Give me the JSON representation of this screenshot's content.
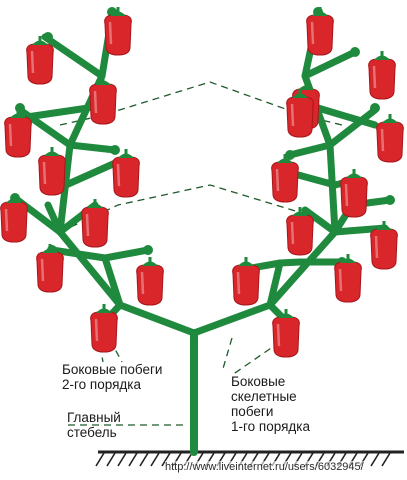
{
  "labels": {
    "lateral_2nd": [
      "Боковые побеги",
      "2-го порядка"
    ],
    "main_stem": [
      "Главный",
      "стебель"
    ],
    "lateral_1st": [
      "Боковые",
      "скелетные",
      "побеги",
      "1-го порядка"
    ]
  },
  "watermark": "http://www.liveinternet.ru/users/6032945/",
  "colors": {
    "stem": "#1f8a3d",
    "pepper": "#d8262a",
    "pepper_dark": "#a8161b",
    "guide_line": "#1f5a2c",
    "ground": "#222222"
  }
}
